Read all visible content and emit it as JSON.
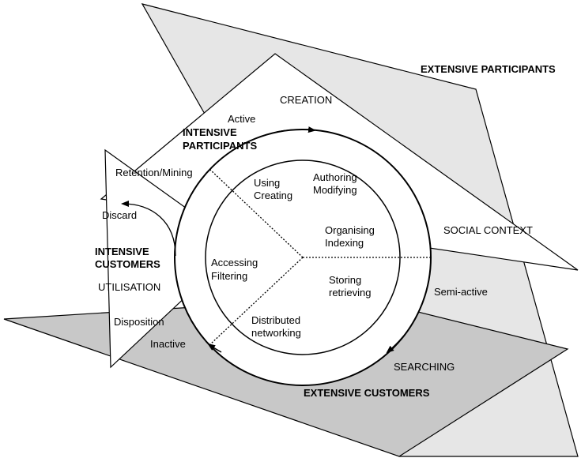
{
  "colors": {
    "top_plane": "#e6e6e6",
    "bottom_plane": "#c8c8c8",
    "white": "#ffffff",
    "stroke": "#000000"
  },
  "labels": {
    "extensive_participants": "EXTENSIVE PARTICIPANTS",
    "creation": "CREATION",
    "active": "Active",
    "intensive_participants_1": "INTENSIVE",
    "intensive_participants_2": "PARTICIPANTS",
    "retention_mining": "Retention/Mining",
    "discard": "Discard",
    "intensive_customers_1": "INTENSIVE",
    "intensive_customers_2": "CUSTOMERS",
    "utilisation": "UTILISATION",
    "disposition": "Disposition",
    "inactive": "Inactive",
    "social_context": "SOCIAL CONTEXT",
    "semi_active": "Semi-active",
    "searching": "SEARCHING",
    "extensive_customers": "EXTENSIVE CUSTOMERS"
  },
  "sectors": {
    "using_1": "Using",
    "using_2": "Creating",
    "authoring_1": "Authoring",
    "authoring_2": "Modifying",
    "organising_1": "Organising",
    "organising_2": "Indexing",
    "storing_1": "Storing",
    "storing_2": "retrieving",
    "accessing_1": "Accessing",
    "accessing_2": "Filtering",
    "distributed_1": "Distributed",
    "distributed_2": "networking"
  }
}
